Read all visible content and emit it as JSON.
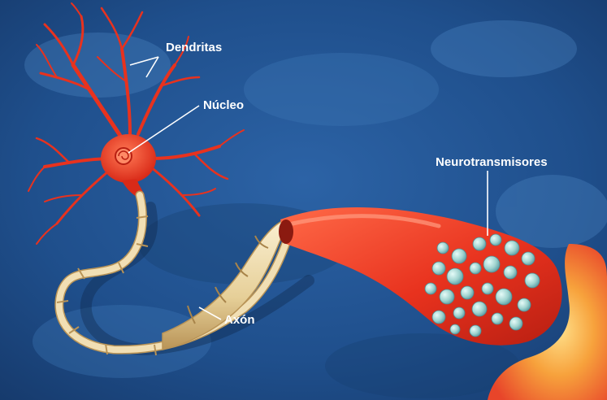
{
  "labels": {
    "dendrites": "Dendritas",
    "nucleus": "Núcleo",
    "neurotransmitters": "Neurotransmisores",
    "axon": "Axón"
  },
  "colors": {
    "background": "#1f4f8c",
    "background_light": "#3f7bb8",
    "neuron": "#e8321e",
    "neuron_light": "#ff6b4a",
    "myelin": "#f1dfb4",
    "myelin_shadow": "#c9a96a",
    "terminal": "#e8452a",
    "vesicle": "#9fd3cf",
    "postsynaptic": "#f7a23c",
    "label_text": "#ffffff"
  }
}
